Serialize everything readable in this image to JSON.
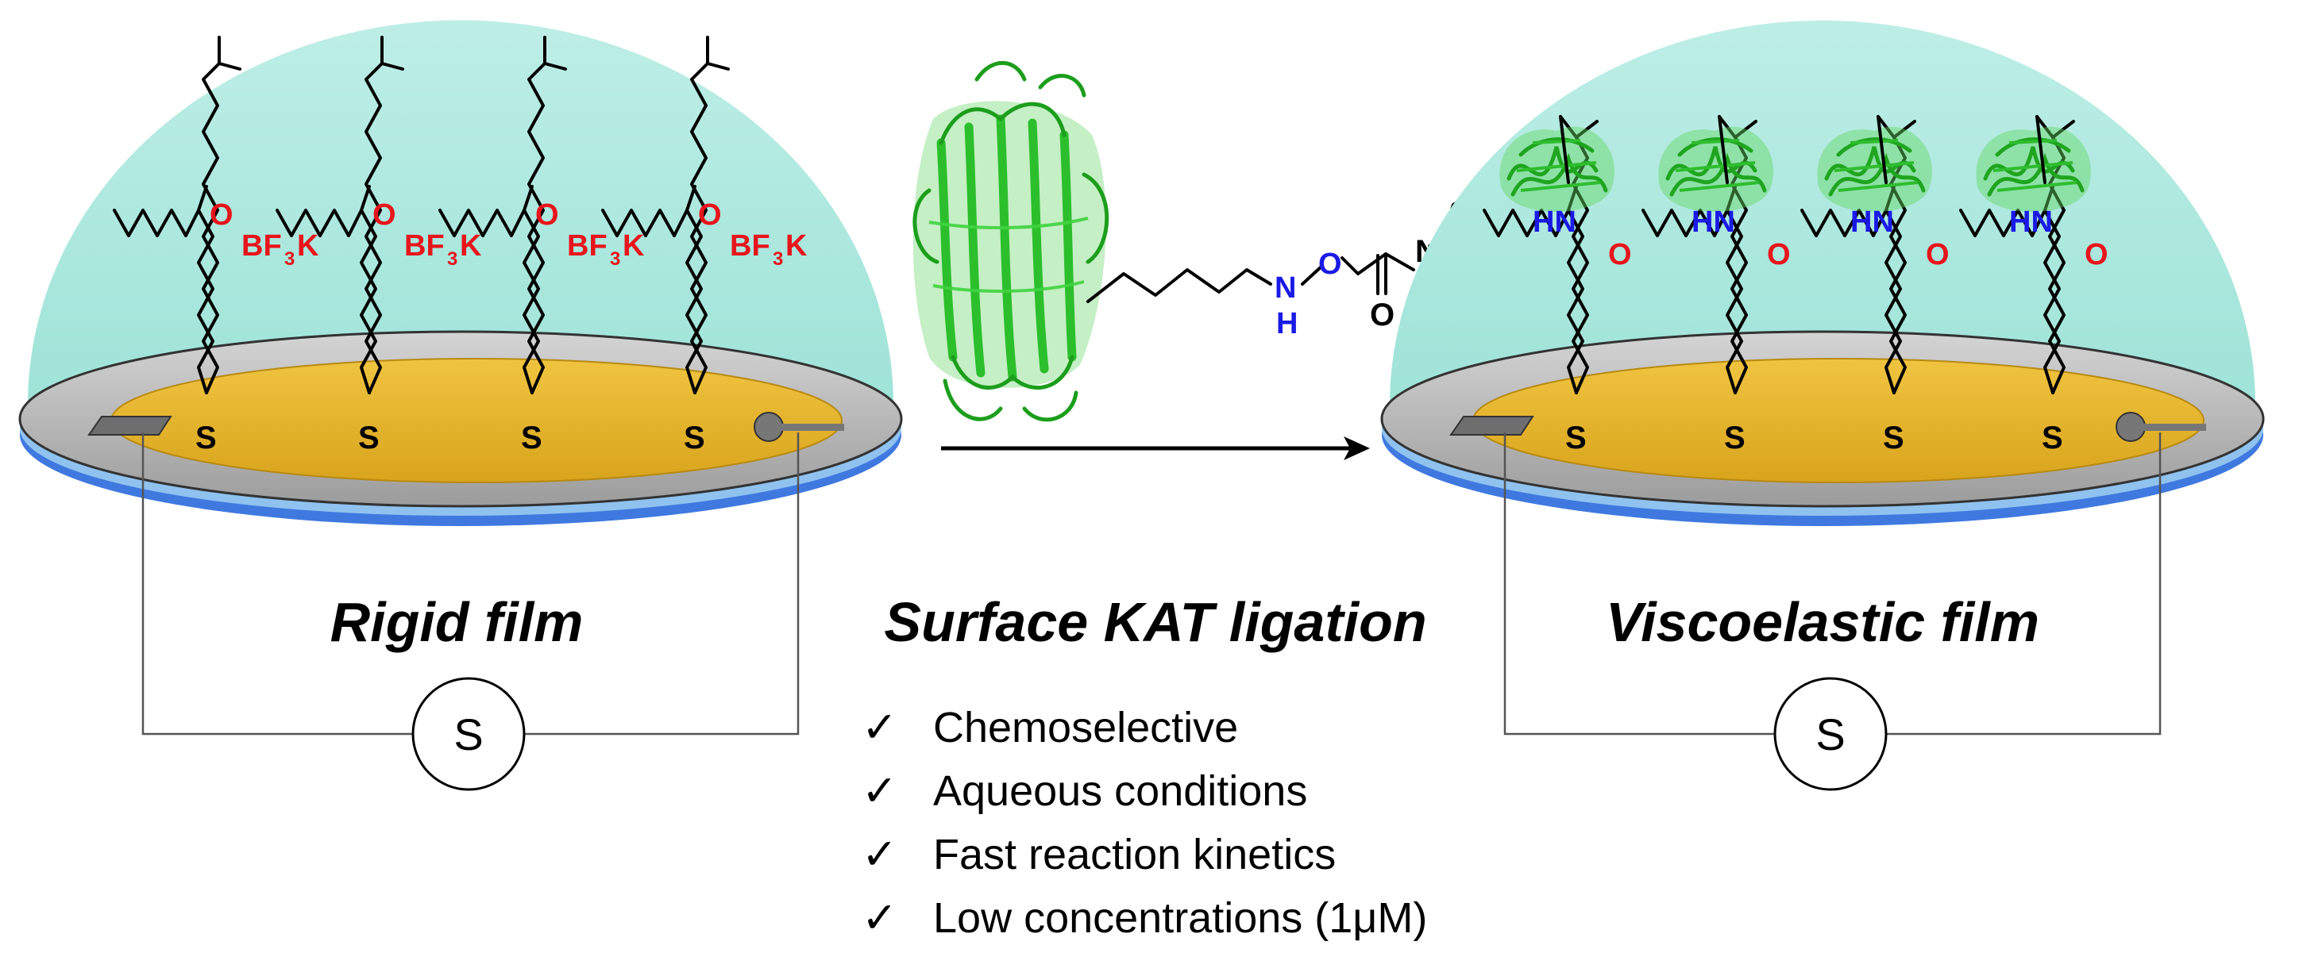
{
  "left_panel": {
    "title": "Rigid film",
    "sensor_symbol": "S",
    "head_group": {
      "o": "O",
      "bf": "BF",
      "sub": "3",
      "k": "K"
    },
    "thiol": "S"
  },
  "center_panel": {
    "title": "Surface KAT ligation",
    "reagent": {
      "n_main": "N",
      "h": "H",
      "o_link": "O",
      "o_carbonyl": "O",
      "n_amide": "N"
    },
    "checkmark": "✓",
    "benefits": [
      "Chemoselective",
      "Aqueous conditions",
      "Fast reaction kinetics",
      "Low concentrations (1μM)"
    ]
  },
  "right_panel": {
    "title": "Viscoelastic film",
    "sensor_symbol": "S",
    "head_group": {
      "hn": "HN",
      "o": "O"
    },
    "thiol": "S"
  },
  "colors": {
    "dome": "#ade8df",
    "gold": "#e9b92e",
    "disc_gray": "#b8b8b8",
    "disc_blue": "#3f79e0",
    "protein_green": "#38c838",
    "heteroatom_red": "#e8141c",
    "heteroatom_blue": "#1a1ae6"
  },
  "icons": [
    "protein-structure-icon",
    "right-arrow-icon",
    "checkmark-icon",
    "sensor-circle-icon"
  ]
}
